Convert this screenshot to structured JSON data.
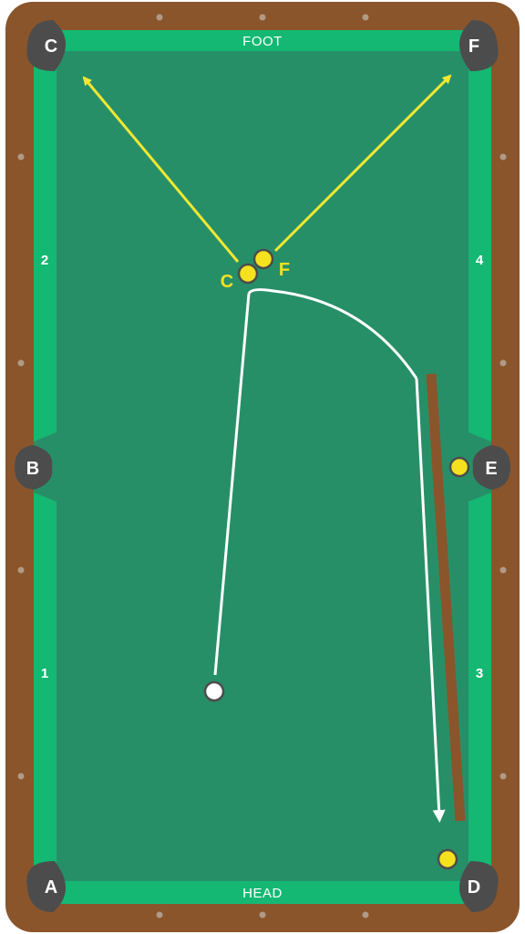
{
  "colors": {
    "frame": "#8a552b",
    "cushion": "#14b873",
    "felt": "#278f68",
    "pocket": "#4c4c4c",
    "diamond": "#b09a88",
    "object_ball": "#f5e11e",
    "cue_ball": "#ffffff",
    "ball_outline": "#4c4c4c",
    "aim_line": "#f2e733",
    "cue_path": "#ffffff",
    "cue_stick": "#8a552b"
  },
  "rails": {
    "foot": "FOOT",
    "head": "HEAD"
  },
  "diamond_numbers": {
    "left_upper": "2",
    "left_lower": "1",
    "right_upper": "4",
    "right_lower": "3"
  },
  "pockets": {
    "top_left": "C",
    "top_right": "F",
    "middle_left": "B",
    "middle_right": "E",
    "bottom_left": "A",
    "bottom_right": "D"
  },
  "object_balls": {
    "c_ball_label": "C",
    "f_ball_label": "F"
  }
}
